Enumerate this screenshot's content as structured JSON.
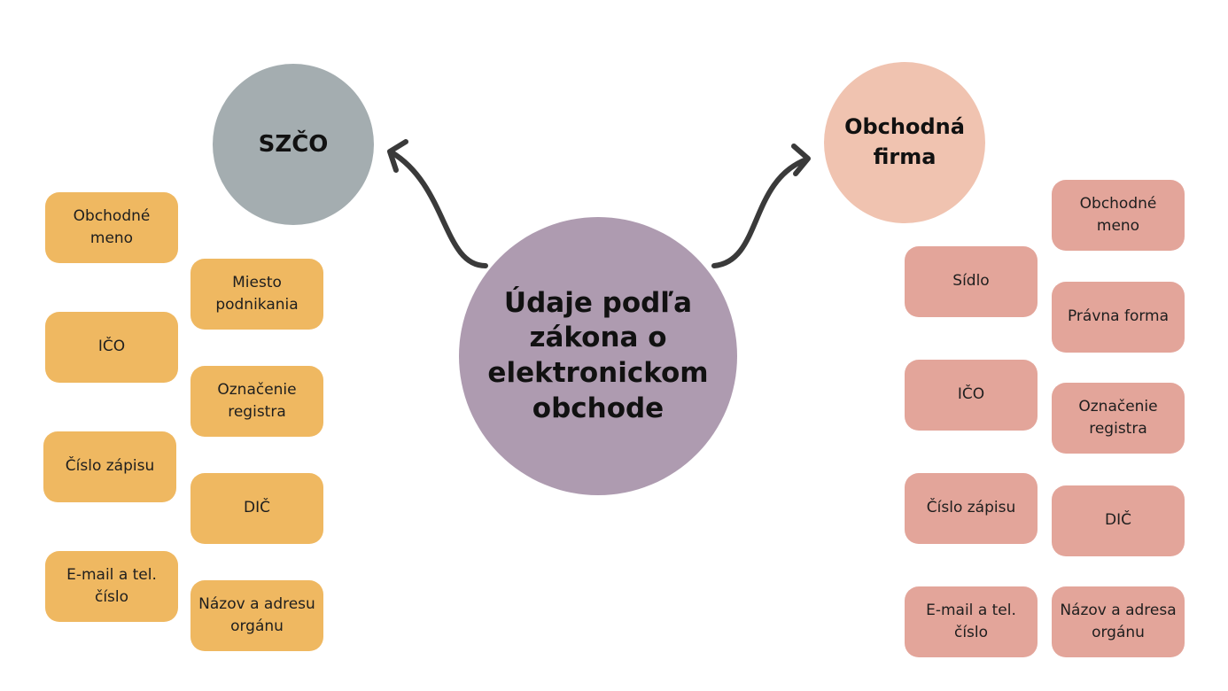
{
  "center": {
    "label": "Údaje podľa zákona o elektronickom obchode",
    "color": "#ae9bb0"
  },
  "left_root": {
    "label": "SZČO",
    "color": "#a4adb0"
  },
  "right_root": {
    "label": "Obchodná firma",
    "color": "#f0c3b0"
  },
  "left_items": [
    {
      "label": "Obchodné meno"
    },
    {
      "label": "Miesto podnikania"
    },
    {
      "label": "IČO"
    },
    {
      "label": "Označenie registra"
    },
    {
      "label": "Číslo zápisu"
    },
    {
      "label": "DIČ"
    },
    {
      "label": "E-mail a tel. číslo"
    },
    {
      "label": "Názov a adresu orgánu"
    }
  ],
  "right_items": [
    {
      "label": "Obchodné meno"
    },
    {
      "label": "Sídlo"
    },
    {
      "label": "Právna forma"
    },
    {
      "label": "IČO"
    },
    {
      "label": "Označenie registra"
    },
    {
      "label": "Číslo zápisu"
    },
    {
      "label": "DIČ"
    },
    {
      "label": "E-mail a tel. číslo"
    },
    {
      "label": "Názov a adresa orgánu"
    }
  ],
  "colors": {
    "left_box": "#efb861",
    "right_box": "#e3a59a",
    "arrow": "#3a3a3a"
  }
}
